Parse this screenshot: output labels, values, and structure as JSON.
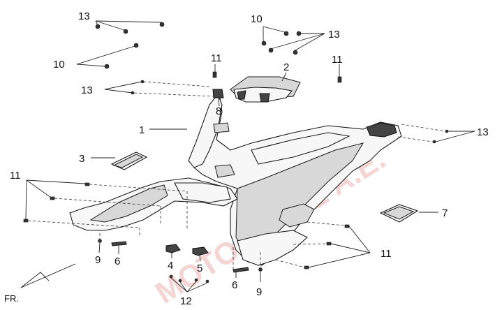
{
  "callouts": {
    "c1": "1",
    "c2": "2",
    "c3": "3",
    "c4": "4",
    "c5": "5",
    "c6a": "6",
    "c6b": "6",
    "c7": "7",
    "c8": "8",
    "c9a": "9",
    "c9b": "9",
    "c10a": "10",
    "c10b": "10",
    "c11a": "11",
    "c11b": "11",
    "c11c": "11",
    "c11d": "11",
    "c12": "12",
    "c13a": "13",
    "c13b": "13",
    "c13c": "13",
    "c13d": "13"
  },
  "direction_label": "FR.",
  "watermark": "MOTOΚΟΛΗΣ Α.Ε.",
  "colors": {
    "line": "#1a1a1a",
    "watermark": "#f0b8b8",
    "background": "#ffffff"
  }
}
